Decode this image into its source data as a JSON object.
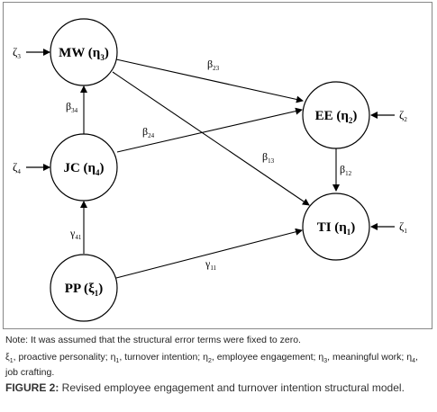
{
  "nodes": {
    "mw": {
      "main": "MW (η",
      "sub": "3",
      "tail": ")"
    },
    "ee": {
      "main": "EE (η",
      "sub": "2",
      "tail": ")"
    },
    "jc": {
      "main": "JC (η",
      "sub": "4",
      "tail": ")"
    },
    "ti": {
      "main": "TI (η",
      "sub": "1",
      "tail": ")"
    },
    "pp": {
      "main": "PP (ξ",
      "sub": "1",
      "tail": ")"
    }
  },
  "errors": {
    "mw": {
      "sym": "ζ",
      "sub": "3"
    },
    "jc": {
      "sym": "ζ",
      "sub": "4"
    },
    "ee": {
      "sym": "ζ",
      "sub": "2"
    },
    "ti": {
      "sym": "ζ",
      "sub": "1"
    }
  },
  "paths": {
    "b23": {
      "sym": "β",
      "sub": "23"
    },
    "b34": {
      "sym": "β",
      "sub": "34"
    },
    "b24": {
      "sym": "β",
      "sub": "24"
    },
    "b13": {
      "sym": "β",
      "sub": "13"
    },
    "b12": {
      "sym": "β",
      "sub": "12"
    },
    "g41": {
      "sym": "γ",
      "sub": "41"
    },
    "g11": {
      "sym": "γ",
      "sub": "11"
    }
  },
  "note": "Note: It was assumed that the structural error terms were fixed to zero.",
  "legend": {
    "xi": "ξ",
    "xi_sub": "1",
    "xi_text": ", proactive personality; ",
    "eta1": "η",
    "eta1_sub": "1",
    "eta1_text": ", turnover intention; ",
    "eta2": "η",
    "eta2_sub": "2",
    "eta2_text": ", employee engagement; ",
    "eta3": "η",
    "eta3_sub": "3",
    "eta3_text": ", meaningful work; ",
    "eta4": "η",
    "eta4_sub": "4",
    "eta4_text": ", job crafting."
  },
  "caption": {
    "label": "FIGURE 2:",
    "text": " Revised employee engagement and turnover intention structural model."
  }
}
